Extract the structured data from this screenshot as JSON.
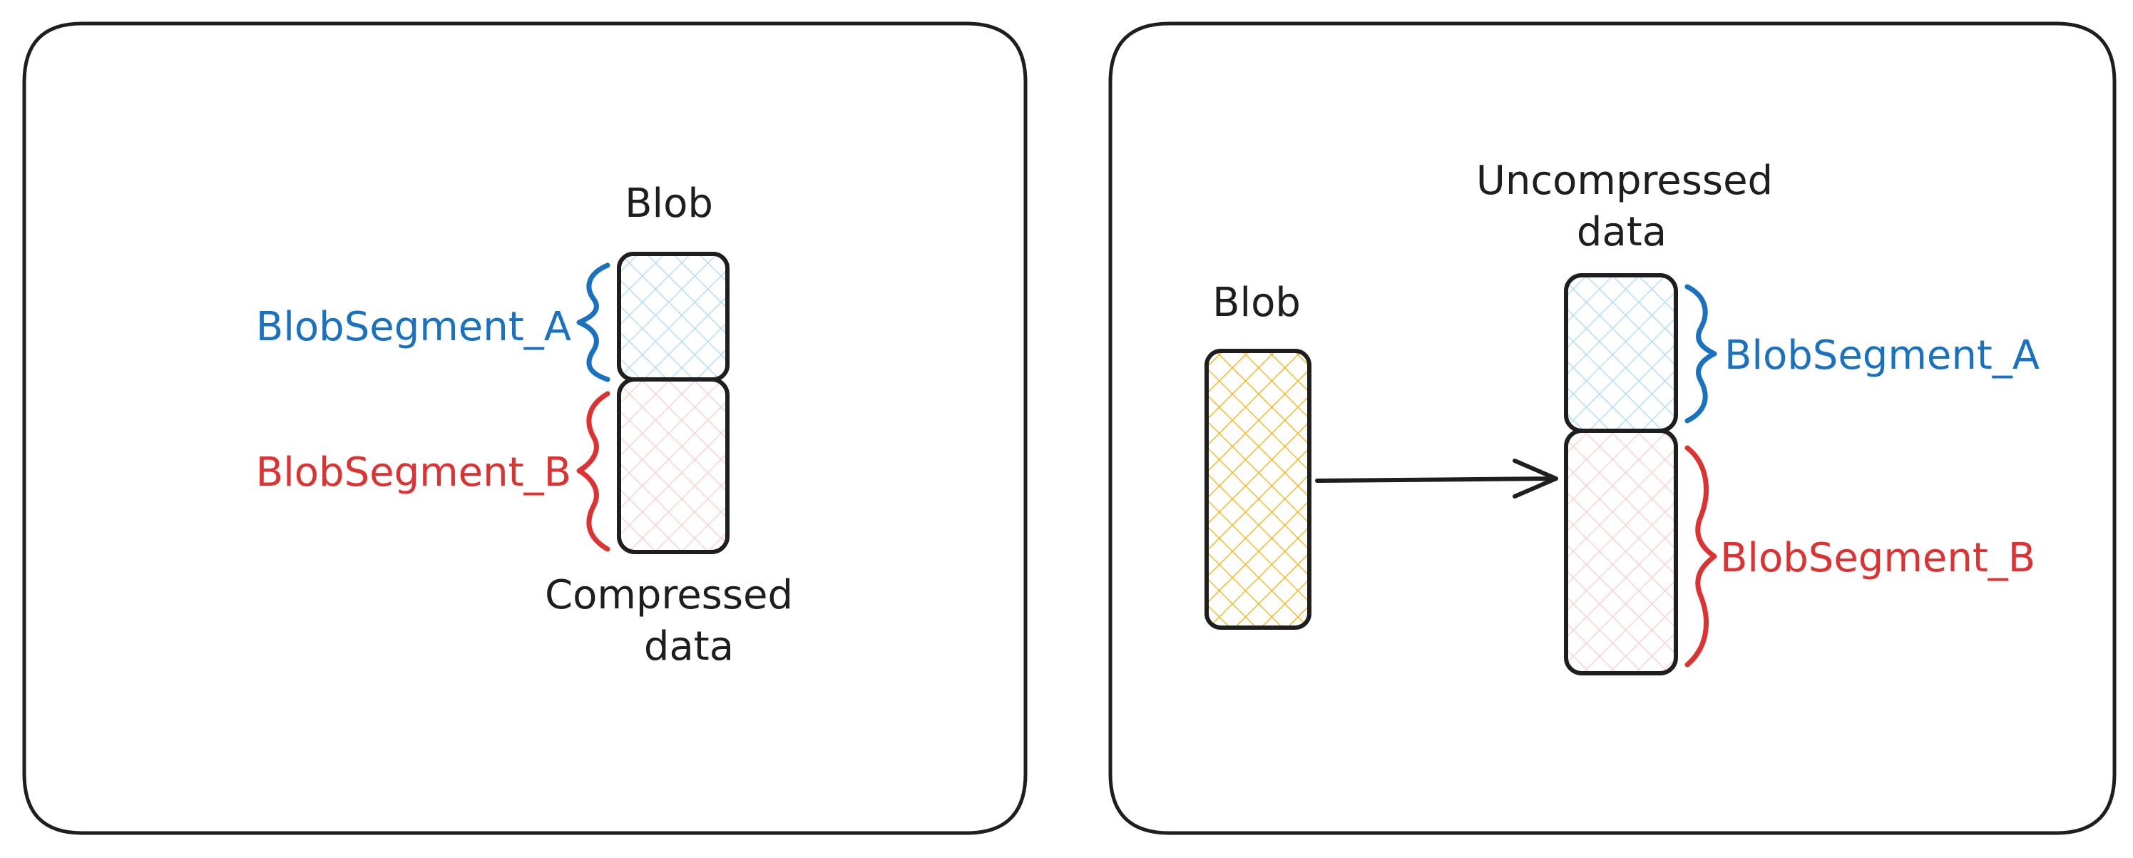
{
  "colors": {
    "stroke": "#1e1e1e",
    "segment_a": "#1971c2",
    "segment_a_fill": "#a5d8ff",
    "segment_b": "#e03131",
    "segment_b_fill": "#ffc9c9",
    "blob_fill": "#fab005"
  },
  "left_panel": {
    "blob_title": "Blob",
    "segment_a_label": "BlobSegment_A",
    "segment_b_label": "BlobSegment_B",
    "caption_line1": "Compressed",
    "caption_line2": "data"
  },
  "right_panel": {
    "blob_title": "Blob",
    "result_title_line1": "Uncompressed",
    "result_title_line2": "data",
    "segment_a_label": "BlobSegment_A",
    "segment_b_label": "BlobSegment_B"
  }
}
